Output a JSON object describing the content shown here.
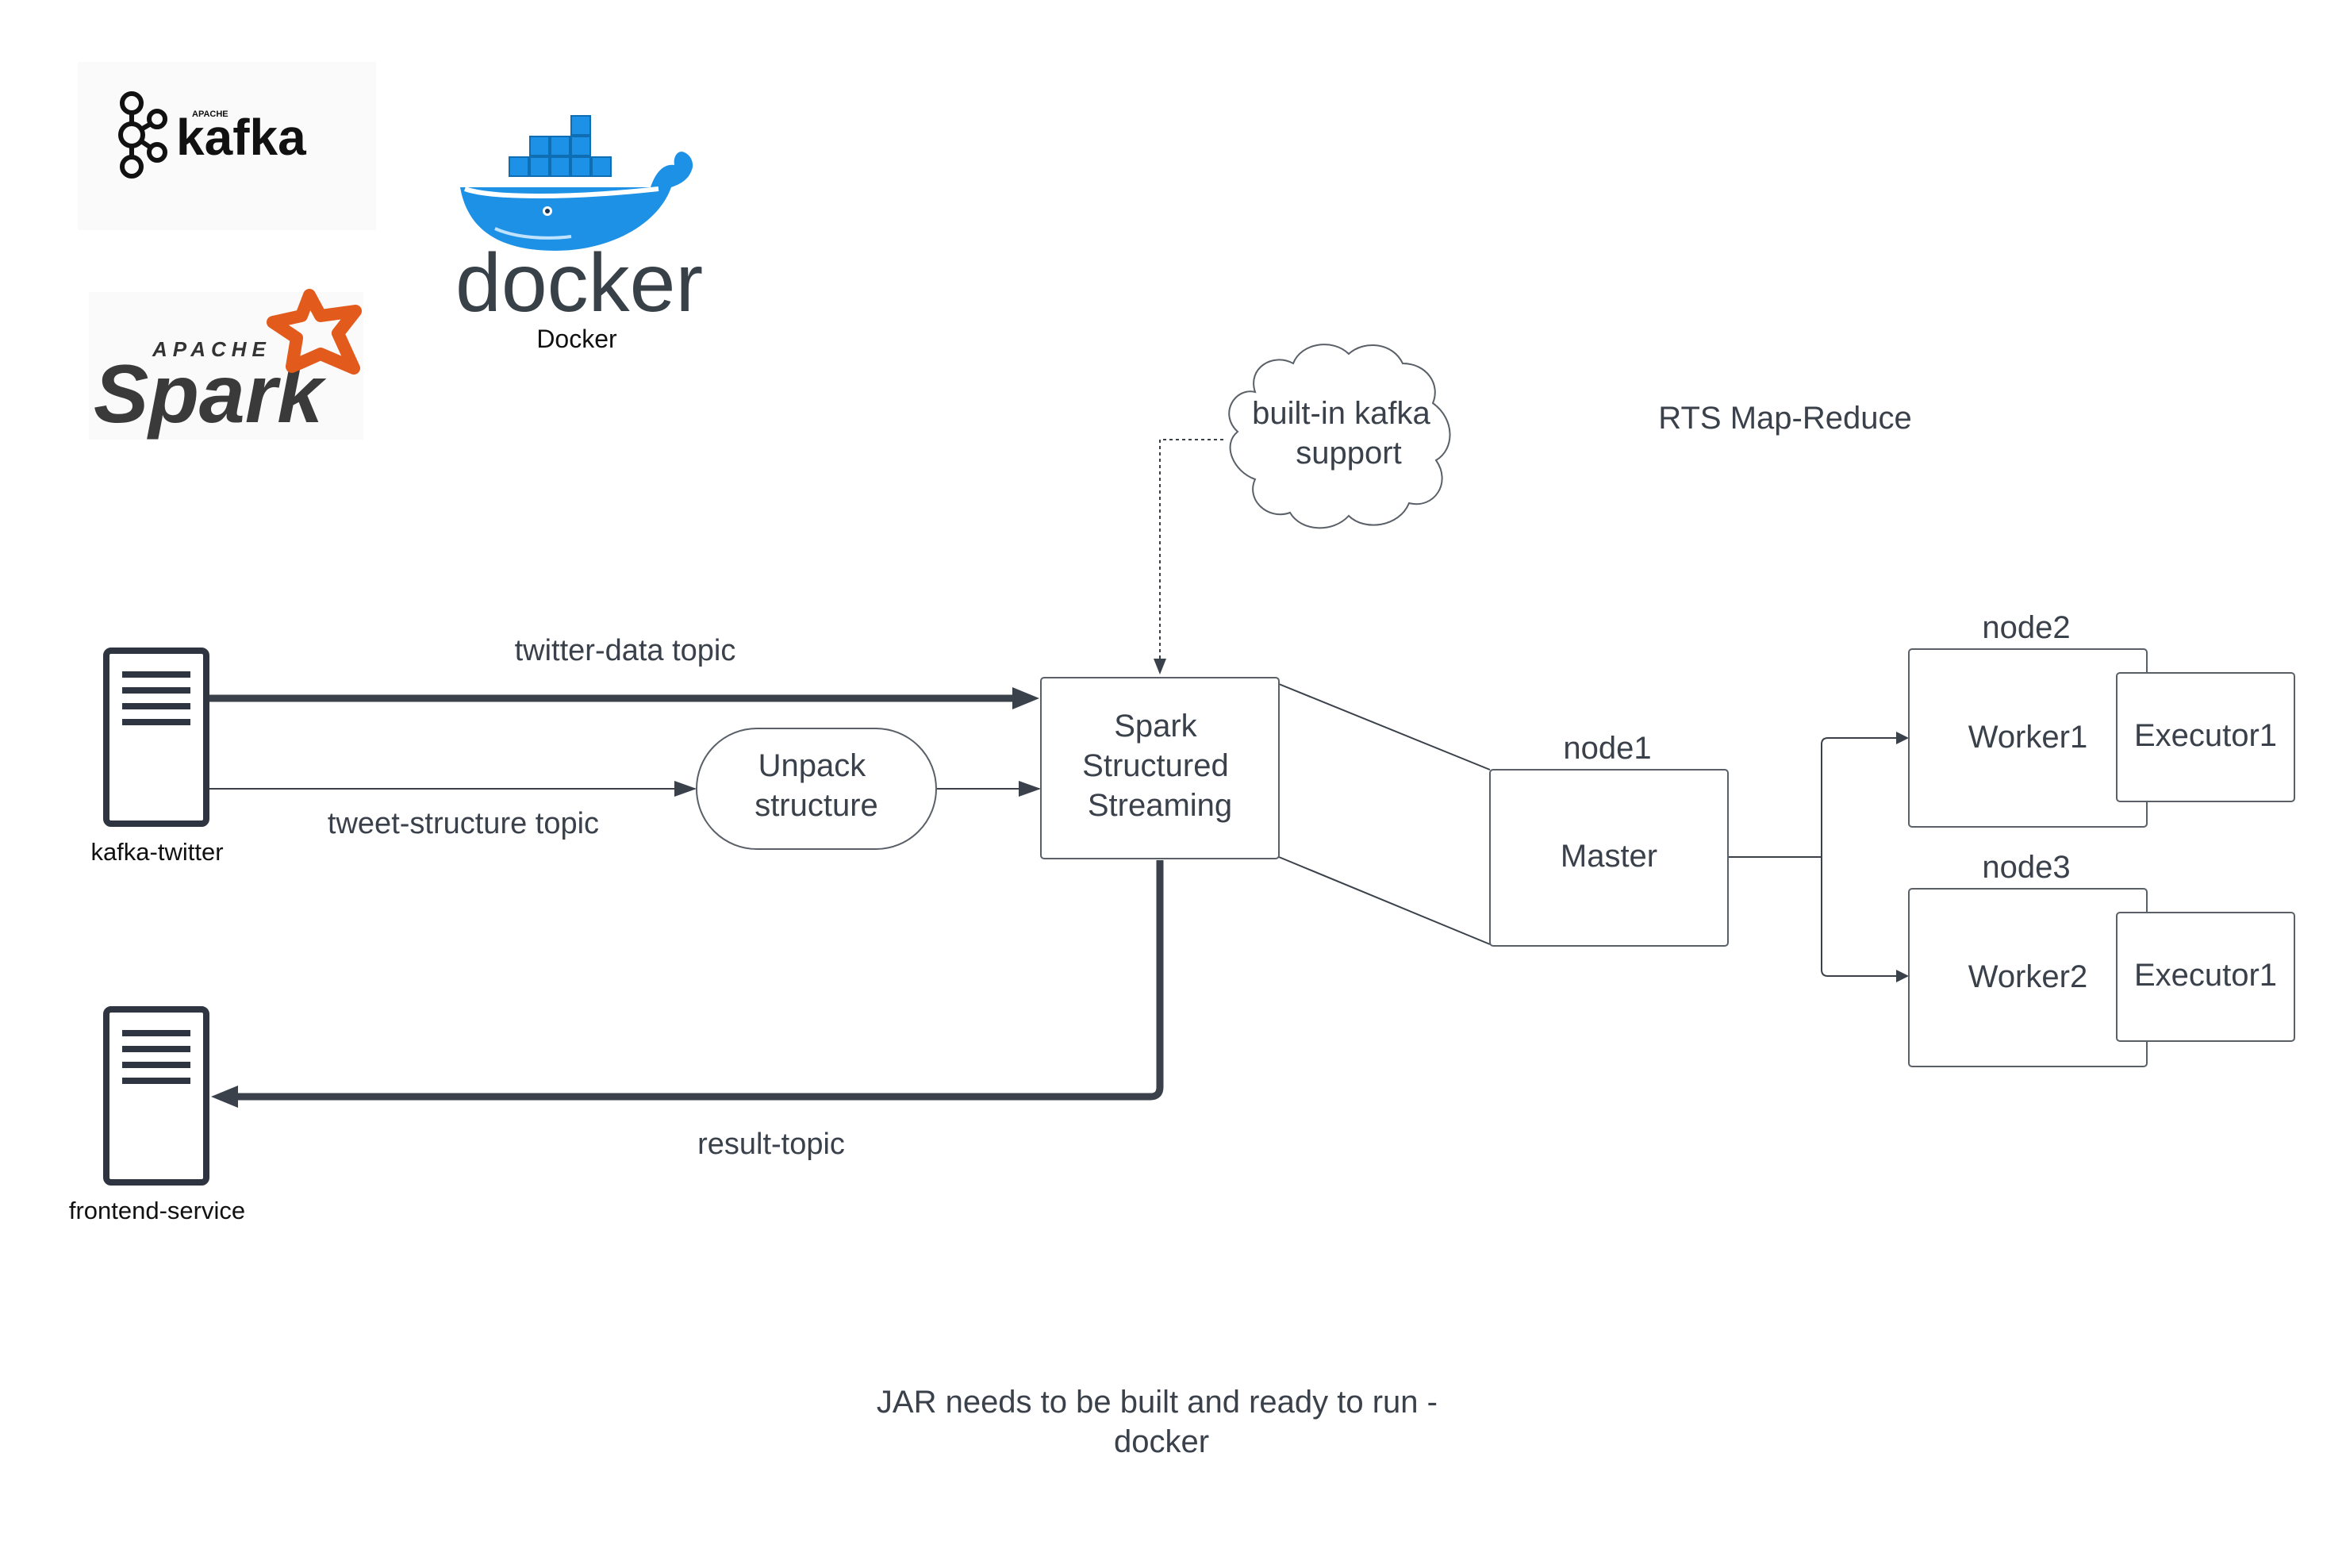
{
  "logos": {
    "kafka": {
      "name": "kafka",
      "small": "APACHE"
    },
    "spark": {
      "name": "Spark",
      "small": "APACHE"
    },
    "docker": {
      "name": "docker",
      "caption": "Docker"
    }
  },
  "servers": {
    "kafka_twitter": "kafka-twitter",
    "frontend_service": "frontend-service"
  },
  "edges": {
    "twitter_data_topic": "twitter-data topic",
    "tweet_structure_topic": "tweet-structure topic",
    "result_topic": "result-topic"
  },
  "nodes": {
    "unpack": [
      "Unpack",
      "structure"
    ],
    "spark_streaming": [
      "Spark",
      "Structured",
      "Streaming"
    ],
    "cloud": [
      "built-in kafka",
      "support"
    ],
    "node1": "node1",
    "master": "Master",
    "node2": "node2",
    "worker1": "Worker1",
    "executor_a": "Executor1",
    "node3": "node3",
    "worker2": "Worker2",
    "executor_b": "Executor1"
  },
  "title": "RTS Map-Reduce",
  "note": [
    "JAR needs to be built and ready to run -",
    "docker"
  ],
  "colors": {
    "text": "#3a414b",
    "kafka": "#111111",
    "spark_orange": "#e25a1c",
    "docker_blue": "#1d91e6",
    "docker_text": "#384048"
  }
}
